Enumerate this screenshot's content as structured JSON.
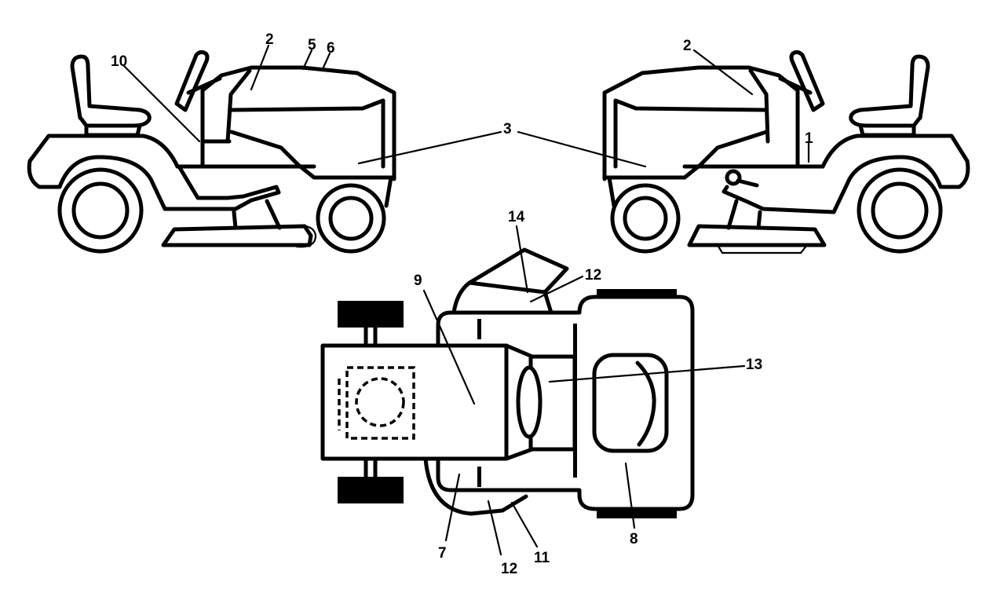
{
  "labels": {
    "l1": "1",
    "l2a": "2",
    "l2b": "2",
    "l3": "3",
    "l5": "5",
    "l6": "6",
    "l7": "7",
    "l8": "8",
    "l9": "9",
    "l10": "10",
    "l11": "11",
    "l12a": "12",
    "l12b": "12",
    "l13": "13",
    "l14": "14"
  }
}
